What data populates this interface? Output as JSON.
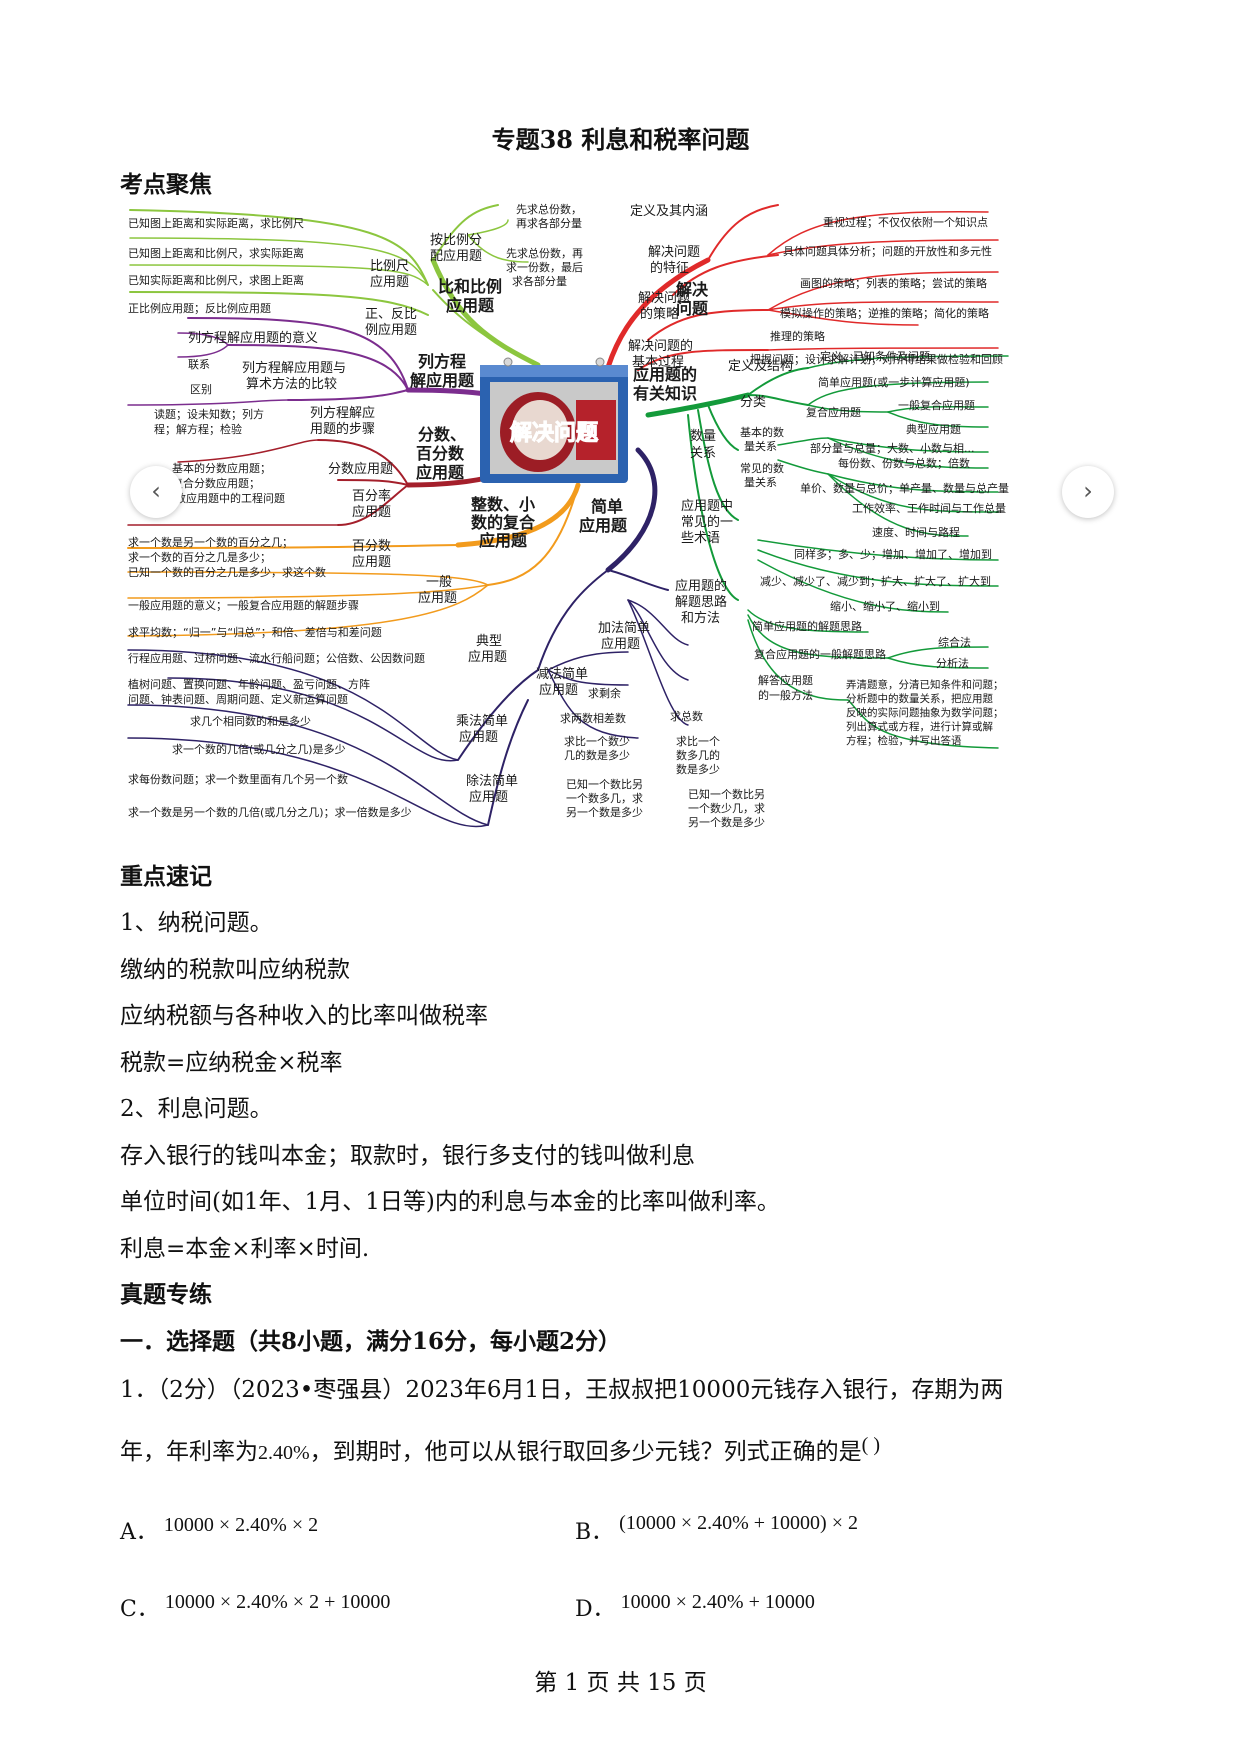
{
  "title": "专题38 利息和税率问题",
  "section1": "考点聚焦",
  "mindmap": {
    "center": "解决问题",
    "branches": {
      "jiejue": {
        "label": [
          "解决",
          "问题"
        ],
        "sub": {
          "def": "定义及其内涵",
          "tezheng": [
            "解决问题",
            "的特征"
          ],
          "celue": [
            "解决问题",
            "的策略"
          ],
          "guocheng": [
            "解决问题的",
            "基本过程"
          ]
        },
        "leaves": {
          "l1": "重视过程；不仅仅依附一个知识点",
          "l2": "具体问题具体分析；问题的开放性和多元性",
          "l3": "画图的策略；列表的策略；尝试的策略",
          "l4": "模拟操作的策略；逆推的策略；简化的策略",
          "l5": "推理的策略",
          "l6": "把握问题；设计求解计划；对所得结果做检验和回顾"
        }
      },
      "bili": {
        "label": [
          "比和比例",
          "应用题"
        ],
        "sub": {
          "anbili": [
            "按比例分",
            "配应用题"
          ],
          "bilichi": [
            "比例尺",
            "应用题"
          ],
          "zhengfan": [
            "正、反比",
            "例应用题"
          ]
        },
        "leaves": {
          "a1": [
            "先求总份数，",
            "再求各部分量"
          ],
          "a2": [
            "先求总份数，再",
            "求一份数，最后",
            "求各部分量"
          ],
          "b1": "已知图上距离和实际距离，求比例尺",
          "b2": "已知图上距离和比例尺，求实际距离",
          "b3": "已知实际距离和比例尺，求图上距离",
          "c1": "正比例应用题；反比例应用题"
        }
      },
      "fangcheng": {
        "label": [
          "列方程",
          "解应用题"
        ],
        "sub": {
          "yiyi": "列方程解应用题的意义",
          "bijiao": [
            "列方程解应用题与",
            "算术方法的比较"
          ],
          "buzhou": [
            "列方程解应",
            "用题的步骤"
          ]
        },
        "leaves": {
          "lx": "联系",
          "qb": "区别",
          "d1": [
            "读题；设未知数；列方",
            "程；解方程；检验"
          ]
        }
      },
      "fenshu": {
        "label": [
          "分数、",
          "百分数",
          "应用题"
        ],
        "sub": {
          "fsy": "分数应用题",
          "bfl": [
            "百分率",
            "应用题"
          ],
          "bfs": [
            "百分数",
            "应用题"
          ]
        },
        "leaves": {
          "f1": [
            "基本的分数应用题；",
            "复合分数应用题；",
            "分数应用题中的工程问题"
          ],
          "f2": [
            "求一个数是另一个数的百分之几；",
            "求一个数的百分之几是多少；",
            "已知一个数的百分之几是多少，求这个数"
          ]
        }
      },
      "zhengshu": {
        "label": [
          "整数、小",
          "数的复合",
          "应用题"
        ],
        "sub": {
          "yiban": [
            "一般",
            "应用题"
          ],
          "dianxing": [
            "典型",
            "应用题"
          ]
        },
        "leaves": {
          "y1": "一般应用题的意义；一般复合应用题的解题步骤",
          "t1": "求平均数；“归一”与“归总”；和倍、差倍与和差问题",
          "t2": "行程应用题、过桥问题、流水行船问题；公倍数、公因数问题",
          "t3": [
            "植树问题、置换问题、年龄问题、盈亏问题、方阵",
            "问题、钟表问题、周期问题、定义新运算问题"
          ]
        }
      },
      "jiandan": {
        "label": [
          "简单",
          "应用题"
        ],
        "sub": {
          "jiafa": [
            "加法简单",
            "应用题"
          ],
          "jianfa": [
            "减法简单",
            "应用题"
          ],
          "chengfa": [
            "乘法简单",
            "应用题"
          ],
          "chufa": [
            "除法简单",
            "应用题"
          ]
        },
        "leaves": {
          "qsy": "求剩余",
          "qzs": "求总数",
          "qlc": "求两数相差数",
          "j2": [
            "求比一个数少",
            "几的数是多少"
          ],
          "j3": [
            "已知一个数比另",
            "一个数多几，求",
            "另一个数是多少"
          ],
          "ja2": [
            "求比一个",
            "数多几的",
            "数是多少"
          ],
          "ja3": [
            "已知一个数比另",
            "一个数少几，求",
            "另一个数是多少"
          ],
          "c1": "求几个相同数的和是多少",
          "c2": "求一个数的几倍(或几分之几)是多少",
          "d1": "求每份数问题；求一个数里面有几个另一个数",
          "d2": "求一个数是另一个数的几倍(或几分之几)；求一倍数是多少"
        }
      },
      "youguan": {
        "label": [
          "应用题的",
          "有关知识"
        ],
        "sub": {
          "dyjg": "定义及结构",
          "fenlei": "分类",
          "shuliang": [
            "数量",
            "关系"
          ],
          "shuyu": [
            "应用题中",
            "常见的一",
            "些术语"
          ],
          "silu": [
            "应用题的",
            "解题思路",
            "和方法"
          ]
        },
        "leaves": {
          "g1": "定义、已知条件及问题",
          "g2": "简单应用题(或一步计算应用题)",
          "g3": "复合应用题",
          "g4": "一般复合应用题",
          "g5": "典型应用题",
          "jb": [
            "基本的数",
            "量关系"
          ],
          "cj": [
            "常见的数",
            "量关系"
          ],
          "s1": "部分量与总量；大数、小数与相...",
          "s2": "每份数、份数与总数；倍数",
          "s3": "单价、数量与总价；单产量、数量与总产量",
          "s4": "工作效率、工作时间与工作总量",
          "s5": "速度、时间与路程",
          "w1": "同样多；多、少；增加、增加了、增加到",
          "w2": "减少、减少了、减少到；扩大、扩大了、扩大到",
          "w3": "缩小、缩小了、缩小到",
          "m1": "简单应用题的解题思路",
          "m2": "复合应用题的一般解题思路",
          "m3": "综合法",
          "m4": "分析法",
          "m5": [
            "解答应用题",
            "的一般方法"
          ],
          "m6": [
            "弄清题意，分清已知条件和问题；",
            "分析题中的数量关系，把应用题",
            "反映的实际问题抽象为数学问题；",
            "列出算式或方程，进行计算或解",
            "方程；检验，并写出答语"
          ]
        }
      }
    },
    "colors": {
      "red": "#e02a2a",
      "green_light": "#8cc63f",
      "purple": "#7b2d8e",
      "darkred": "#a41f2b",
      "orange": "#f29b1d",
      "navy": "#2e2266",
      "green_dark": "#139a3a"
    },
    "nav_prev": "‹",
    "nav_next": "›"
  },
  "section2": "重点速记",
  "notes": {
    "n1": "1、纳税问题。",
    "n2": "缴纳的税款叫应纳税款",
    "n3": "应纳税额与各种收入的比率叫做税率",
    "n4": "税款=应纳税金×税率",
    "n5": "2、利息问题。",
    "n6": "存入银行的钱叫本金；取款时，银行多支付的钱叫做利息",
    "n7": "单位时间(如1年、1月、1日等)内的利息与本金的比率叫做利率。",
    "n8": "利息=本金×利率×时间."
  },
  "section3": "真题专练",
  "section4": "一．选择题（共8小题，满分16分，每小题2分）",
  "q1": {
    "line1": "1．（2分）（2023•枣强县）2023年6月1日，王叔叔把10000元钱存入银行，存期为两",
    "line2_a": "年，年利率为",
    "rate": "2.40%",
    "line2_b": "，到期时，他可以从银行取回多少元钱？列式正确的是",
    "paren": "(          )",
    "options": {
      "A": {
        "label": "A．",
        "expr": "10000 × 2.40% × 2"
      },
      "B": {
        "label": "B．",
        "expr": "(10000 × 2.40% + 10000) × 2"
      },
      "C": {
        "label": "C．",
        "expr": "10000 × 2.40% × 2 + 10000"
      },
      "D": {
        "label": "D．",
        "expr": "10000 × 2.40% + 10000"
      }
    }
  },
  "footer": "第 1 页 共 15 页"
}
